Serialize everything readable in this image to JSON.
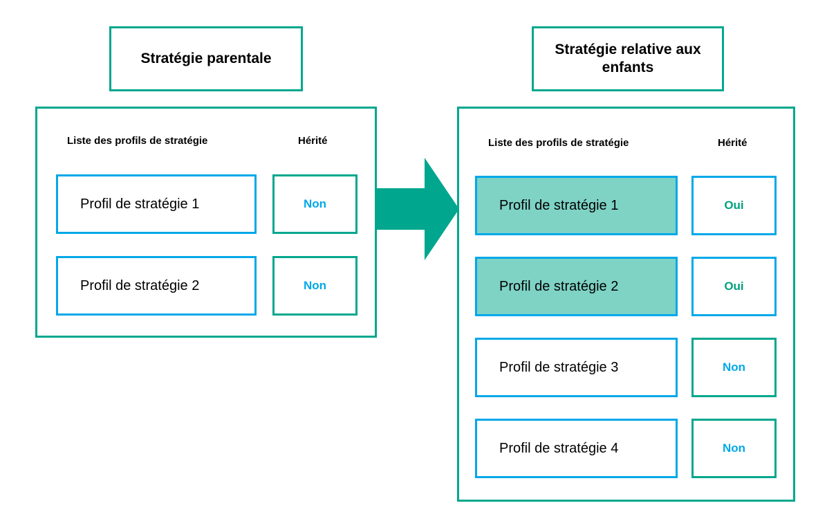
{
  "diagram": {
    "title_left": "Stratégie parentale",
    "title_right": "Stratégie relative aux enfants",
    "arrow_icon": "right-block-arrow-icon",
    "colors": {
      "green": "#00a78e",
      "cyan": "#00a8e8",
      "highlight_fill": "#7ed3c5",
      "text": "#000000",
      "oui_text": "#00a07e",
      "non_text": "#00a8e8"
    }
  },
  "left_panel": {
    "headers": {
      "profiles": "Liste des profils de stratégie",
      "inherited": "Hérité"
    },
    "rows": [
      {
        "profile": "Profil de stratégie 1",
        "inherited": "Non"
      },
      {
        "profile": "Profil de stratégie 2",
        "inherited": "Non"
      }
    ]
  },
  "right_panel": {
    "headers": {
      "profiles": "Liste des profils de stratégie",
      "inherited": "Hérité"
    },
    "rows": [
      {
        "profile": "Profil de stratégie 1",
        "inherited": "Oui"
      },
      {
        "profile": "Profil de stratégie 2",
        "inherited": "Oui"
      },
      {
        "profile": "Profil de stratégie 3",
        "inherited": "Non"
      },
      {
        "profile": "Profil de stratégie 4",
        "inherited": "Non"
      }
    ]
  }
}
